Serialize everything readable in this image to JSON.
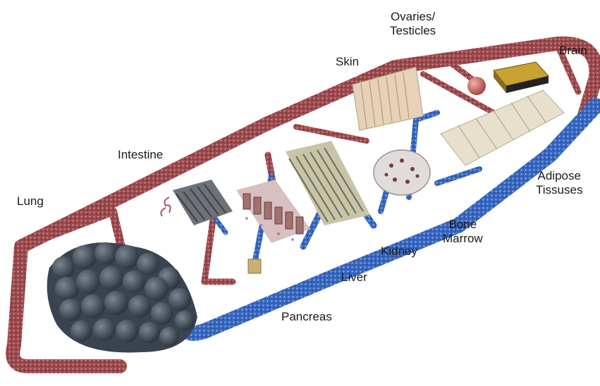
{
  "labels": {
    "lung": "Lung",
    "intestine": "Intestine",
    "skin": "Skin",
    "ovaries": [
      "Ovaries/",
      "Testicles"
    ],
    "brain": "Brain",
    "adipose": [
      "Adipose",
      "Tissuses"
    ],
    "bone_marrow": [
      "Bone",
      "Marrow"
    ],
    "kidney": "Kidney",
    "liver": "Liver",
    "pancreas": "Pancreas"
  },
  "colors": {
    "arterial_channel": "#8a3a3e",
    "venous_channel": "#2f5fb5",
    "lung_tissue": "#4a5563",
    "adipose_block": "#e8e0cc",
    "skin_block": "#e6d2b8",
    "brain_top": "#c9a233",
    "ovary_sphere": "#c96a6a"
  }
}
